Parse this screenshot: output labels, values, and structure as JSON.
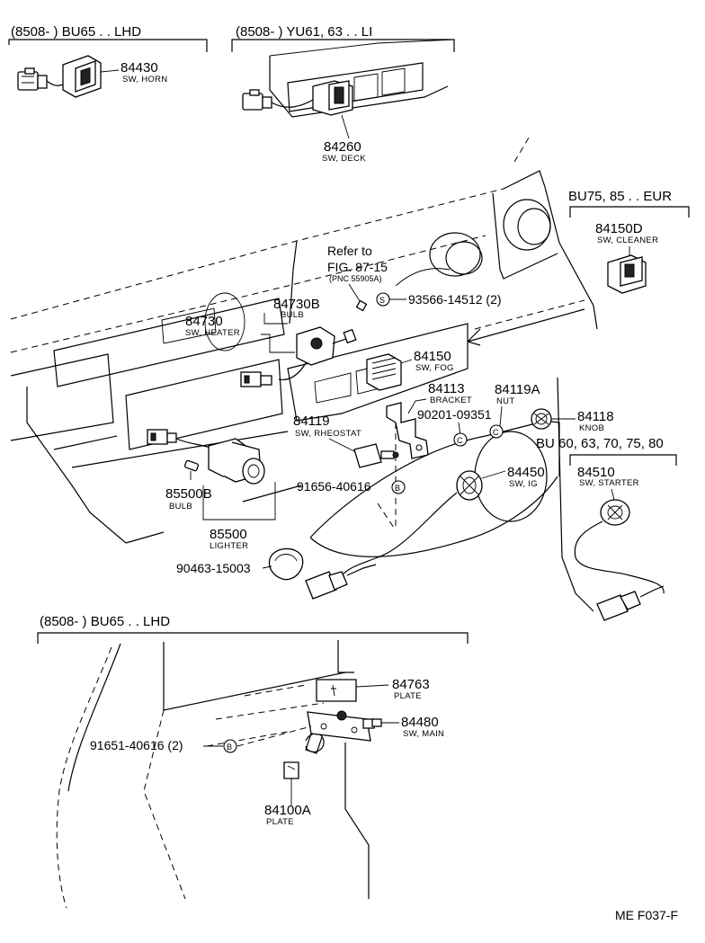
{
  "headers": {
    "top_left": "(8508-          ) BU65 . . LHD",
    "top_mid": "(8508-          ) YU61, 63 . . LI",
    "right_eur": "BU75, 85 . . EUR",
    "right_bu": "BU 60, 63, 70, 75, 80",
    "bottom": "(8508-          ) BU65 . . LHD"
  },
  "reference": {
    "line1": "Refer to",
    "line2": "FIG. 87-15",
    "line3": "(PNC 55905A)"
  },
  "parts": {
    "p84430": {
      "number": "84430",
      "label": "SW, HORN"
    },
    "p84260": {
      "number": "84260",
      "label": "SW, DECK"
    },
    "p84150D": {
      "number": "84150D",
      "label": "SW, CLEANER"
    },
    "p84730B": {
      "number": "84730B",
      "label": "BULB"
    },
    "p84730": {
      "number": "84730",
      "label": "SW, HEATER"
    },
    "p84150": {
      "number": "84150",
      "label": "SW, FOG"
    },
    "p84113": {
      "number": "84113",
      "label": "BRACKET"
    },
    "p84119A": {
      "number": "84119A",
      "label": "NUT"
    },
    "p84118": {
      "number": "84118",
      "label": "KNOB"
    },
    "p84119": {
      "number": "84119",
      "label": "SW, RHEOSTAT"
    },
    "p84450": {
      "number": "84450",
      "label": "SW, IG"
    },
    "p84510": {
      "number": "84510",
      "label": "SW, STARTER"
    },
    "p85500B": {
      "number": "85500B",
      "label": "BULB"
    },
    "p85500": {
      "number": "85500",
      "label": "LIGHTER"
    },
    "p84763": {
      "number": "84763",
      "label": "PLATE"
    },
    "p84480": {
      "number": "84480",
      "label": "SW, MAIN"
    },
    "p84100A": {
      "number": "84100A",
      "label": "PLATE"
    }
  },
  "fasteners": {
    "screw": {
      "number": "93566-14512 (2)",
      "symbol": "S"
    },
    "nut_c": {
      "number": "90201-09351",
      "symbol": "C"
    },
    "bolt_b1": {
      "number": "91656-40616",
      "symbol": "B"
    },
    "clamp": {
      "number": "90463-15003"
    },
    "bolt_b2": {
      "number": "91651-40616 (2)",
      "symbol": "B"
    }
  },
  "figure_code": "ME F037-F"
}
